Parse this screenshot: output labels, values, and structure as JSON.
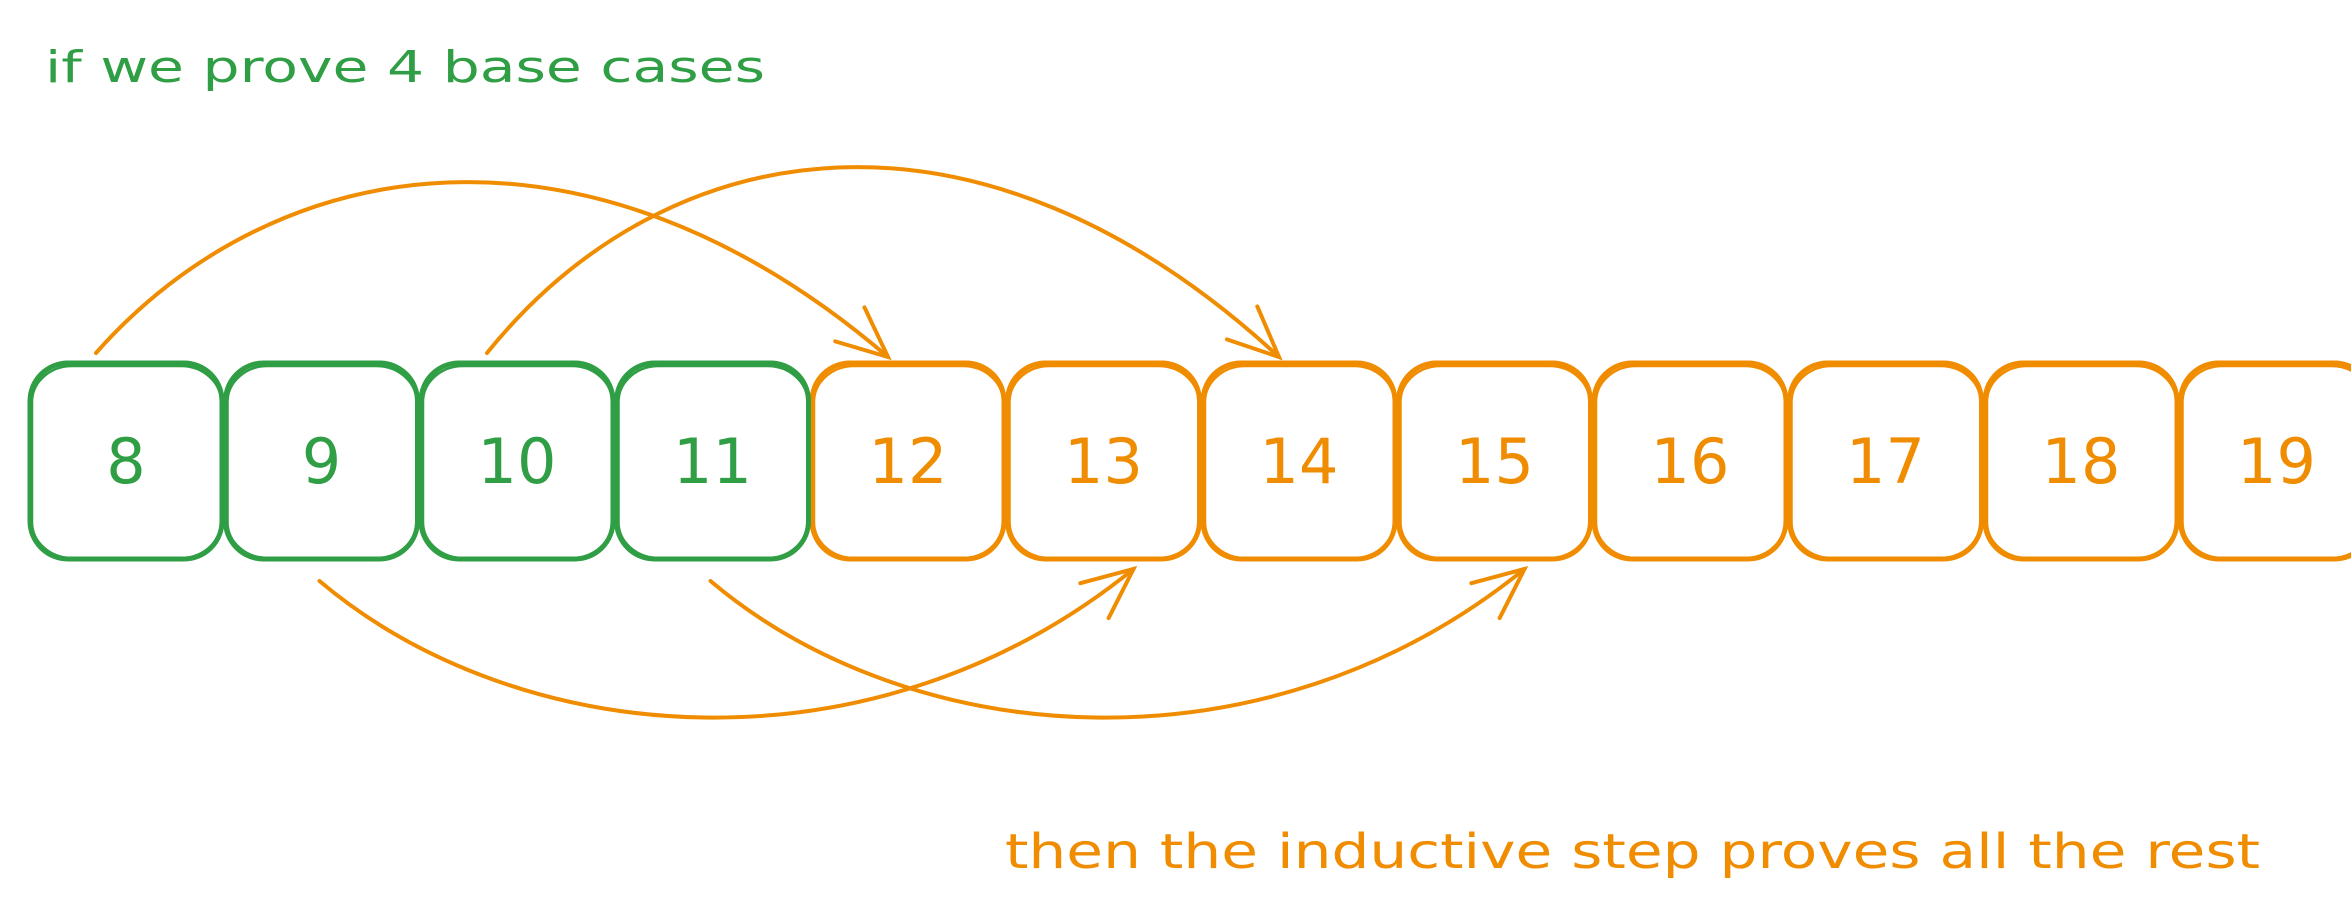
{
  "colors": {
    "base": "#2f9e44",
    "rest": "#f08c00",
    "background": "#ffffff"
  },
  "top_caption": "if we prove 4 base cases",
  "bottom_caption": "then the inductive step proves all the rest",
  "boxes": [
    {
      "label": "8",
      "group": "base"
    },
    {
      "label": "9",
      "group": "base"
    },
    {
      "label": "10",
      "group": "base"
    },
    {
      "label": "11",
      "group": "base"
    },
    {
      "label": "12",
      "group": "rest"
    },
    {
      "label": "13",
      "group": "rest"
    },
    {
      "label": "14",
      "group": "rest"
    },
    {
      "label": "15",
      "group": "rest"
    },
    {
      "label": "16",
      "group": "rest"
    },
    {
      "label": "17",
      "group": "rest"
    },
    {
      "label": "18",
      "group": "rest"
    },
    {
      "label": "19",
      "group": "rest"
    }
  ],
  "arrows": [
    {
      "from": "8",
      "to": "12"
    },
    {
      "from": "10",
      "to": "14"
    },
    {
      "from": "9",
      "to": "13"
    },
    {
      "from": "11",
      "to": "15"
    }
  ]
}
